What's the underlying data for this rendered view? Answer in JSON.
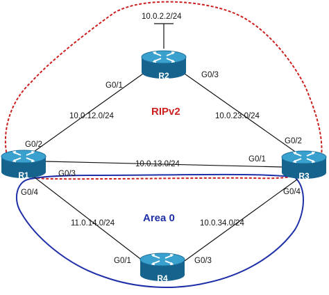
{
  "colors": {
    "rip_boundary": "#cc1f1f",
    "ospf_boundary": "#1f2fa8",
    "router_body": "#1b6f9c",
    "router_top": "#2d95c4",
    "link": "#111111"
  },
  "zones": {
    "rip_label": "RIPv2",
    "ospf_label": "Area 0"
  },
  "routers": {
    "r1": "R1",
    "r2": "R2",
    "r3": "R3",
    "r4": "R4"
  },
  "icon": "router-icon",
  "networks": {
    "r2_stub": "10.0.2.2/24",
    "r1_r2": "10.0.12.0/24",
    "r2_r3": "10.0.23.0/24",
    "r1_r3": "10.0.13.0/24",
    "r1_r4": "11.0.14.0/24",
    "r3_r4": "10.0.34.0/24"
  },
  "interfaces": {
    "r2_g01": "G0/1",
    "r2_g03": "G0/3",
    "r1_g02": "G0/2",
    "r1_g03": "G0/3",
    "r1_g04": "G0/4",
    "r3_g02": "G0/2",
    "r3_g01": "G0/1",
    "r3_g04": "G0/4",
    "r4_g01": "G0/1",
    "r4_g03": "G0/3"
  }
}
